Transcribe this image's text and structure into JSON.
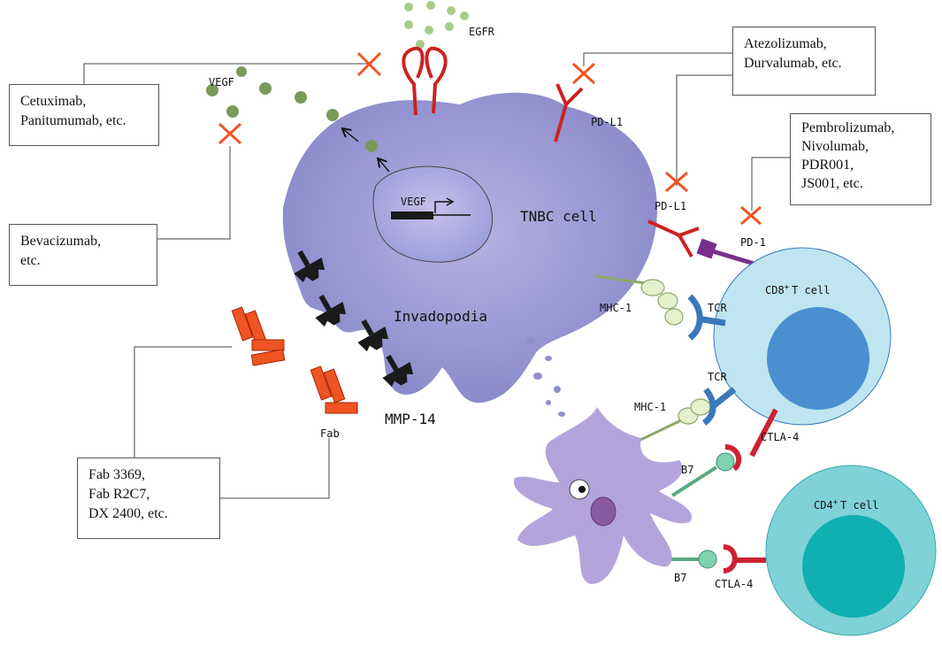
{
  "boxes": {
    "egfr_drugs": [
      "Cetuximab,",
      "Panitumumab, etc."
    ],
    "vegf_drugs": [
      "Bevacizumab,",
      "etc."
    ],
    "pdl1_drugs": [
      "Atezolizumab,",
      "Durvalumab, etc."
    ],
    "pd1_drugs": [
      "Pembrolizumab,",
      "Nivolumab,",
      "PDR001,",
      "JS001, etc."
    ],
    "mmp14_drugs": [
      "Fab 3369,",
      "Fab R2C7,",
      "DX 2400, etc."
    ]
  },
  "labels": {
    "vegf_out": "VEGF",
    "vegf_nucleus": "VEGF",
    "egfr": "EGFR",
    "pdl1_top": "PD-L1",
    "pdl1_mid": "PD-L1",
    "pd1": "PD-1",
    "tnbc": "TNBC cell",
    "invadopodia": "Invadopodia",
    "mmp14": "MMP-14",
    "fab": "Fab",
    "mhc1_top": "MHC-1",
    "mhc1_bottom": "MHC-1",
    "tcr_top": "TCR",
    "tcr_bottom": "TCR",
    "ctla4_top": "CTLA-4",
    "ctla4_bottom": "CTLA-4",
    "b7_top": "B7",
    "b7_bottom": "B7",
    "cd8_pre": "CD8",
    "cd8_sup": "+",
    "cd8_post": "T cell",
    "cd4_pre": "CD4",
    "cd4_sup": "+",
    "cd4_post": "T cell"
  },
  "colors": {
    "tumor_cell": "#8f90cc",
    "nucleus": "#a5a7dc",
    "vegf_dot": "#7a9a5a",
    "vegf_dot_light": "#a9cc8a",
    "inhibitor_x": "#ee5522",
    "receptor_red": "#cc2222",
    "pd1_purple": "#7a2e8e",
    "tcr_blue": "#3a78bb",
    "cd8_outer": "#bfe6f0",
    "cd8_inner": "#4a90d0",
    "cd4_outer": "#7fd2d8",
    "cd4_inner": "#10b0b0",
    "dendritic": "#b4a4dc",
    "mmp_black": "#1a1a1a",
    "fab_orange": "#ee5522"
  },
  "icons": [
    "inhibitor-x-icon",
    "egfr-receptor-icon",
    "pdl1-receptor-icon",
    "pd1-receptor-icon",
    "tcr-icon",
    "mhc1-icon",
    "b7-icon",
    "ctla4-icon",
    "mmp14-icon",
    "fab-fragment-icon",
    "vegf-gene-icon"
  ]
}
